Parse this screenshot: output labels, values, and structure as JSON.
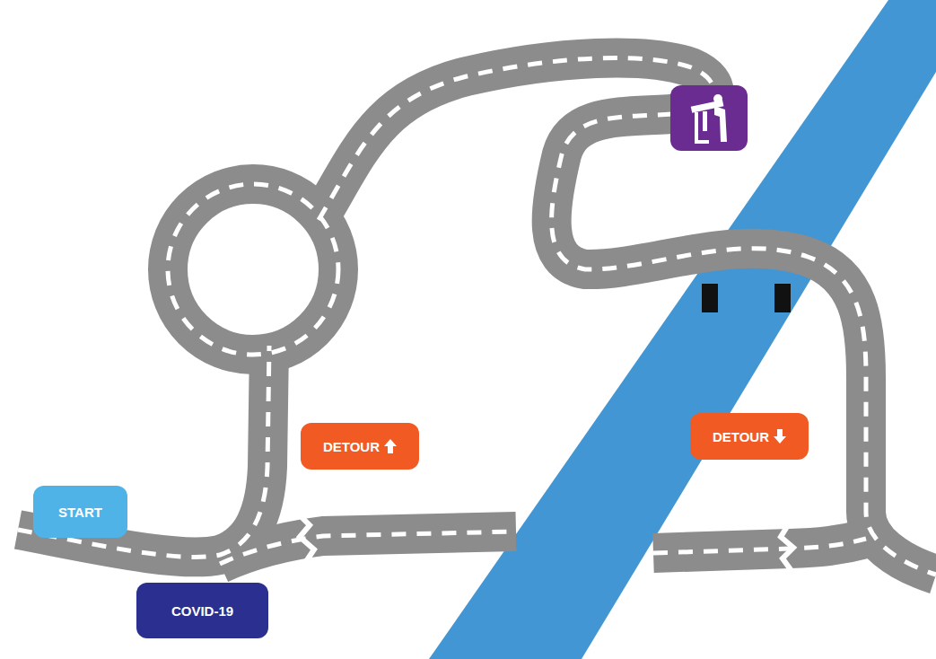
{
  "diagram": {
    "nodes": [
      {
        "text": [
          "START"
        ]
      },
      {
        "text": [
          "COVID-19"
        ]
      },
      {
        "text": [
          "DETOUR"
        ]
      },
      {
        "text": [
          "DETOUR"
        ]
      }
    ]
  }
}
